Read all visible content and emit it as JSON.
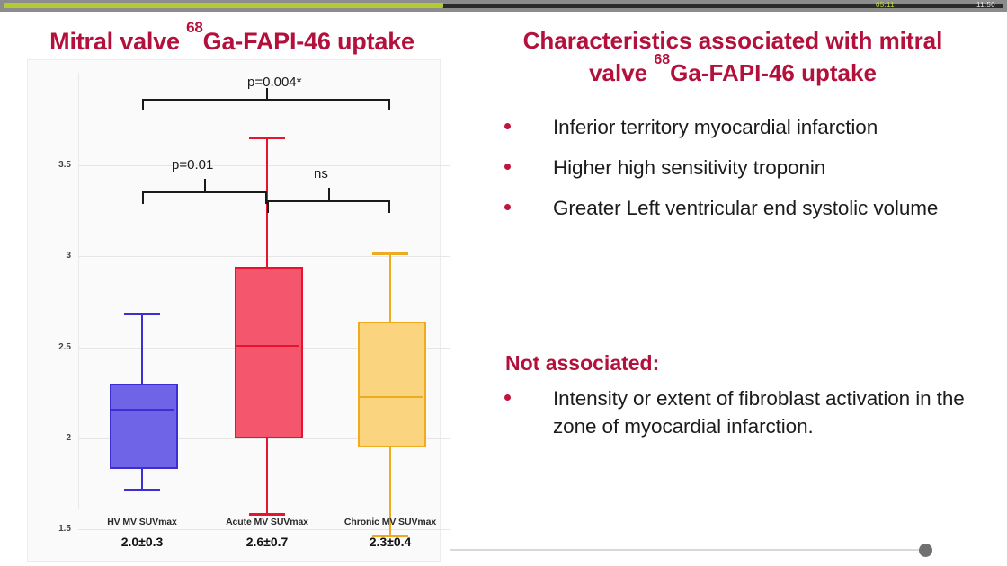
{
  "player": {
    "elapsed": "05:11",
    "total": "11:50",
    "progress_percent": 44,
    "accent_color": "#b5c935"
  },
  "slide": {
    "accent_color": "#b3113c",
    "left": {
      "title_prefix": "Mitral valve ",
      "title_sup": "68",
      "title_suffix": "Ga-FAPI-46 uptake"
    },
    "right": {
      "title_line1_prefix": "Characteristics associated with mitral",
      "title_line2_prefix": "valve ",
      "title_sup": "68",
      "title_line2_suffix": "Ga-FAPI-46 uptake",
      "bullets": [
        "Inferior territory myocardial infarction",
        "Higher high sensitivity troponin",
        "Greater Left ventricular end systolic volume"
      ],
      "not_associated_heading": "Not associated:",
      "not_associated_bullets": [
        "Intensity or extent of fibroblast activation in the zone of myocardial infarction."
      ]
    }
  },
  "chart_data": {
    "type": "box",
    "title": "Mitral valve 68Ga-FAPI-46 uptake",
    "xlabel": "",
    "ylabel": "",
    "ylim": [
      1.35,
      3.75
    ],
    "grid": true,
    "ytick_labels": [
      "3.5",
      "3",
      "2.5",
      "2",
      "1.5"
    ],
    "ytick_values": [
      3.5,
      3,
      2.5,
      2,
      1.5
    ],
    "categories": [
      {
        "name": "HV MV SUVmax",
        "summary": "2.0±0.3",
        "color": "#3b2fd4",
        "fill": "#6f63e8",
        "whisker_low": 1.72,
        "q1": 1.85,
        "median": 2.16,
        "q3": 2.3,
        "whisker_high": 2.69
      },
      {
        "name": "Acute MV SUVmax",
        "summary": "2.6±0.7",
        "color": "#e8142f",
        "fill": "#f4566e",
        "whisker_low": 1.59,
        "q1": 2.02,
        "median": 2.51,
        "q3": 2.94,
        "whisker_high": 3.66
      },
      {
        "name": "Chronic MV SUVmax",
        "summary": "2.3±0.4",
        "color": "#efab1f",
        "fill": "#fad47e",
        "whisker_low": 1.47,
        "q1": 1.97,
        "median": 2.23,
        "q3": 2.64,
        "whisker_high": 3.02
      }
    ],
    "annotations": [
      {
        "label": "p=0.004*",
        "from": "HV MV SUVmax",
        "to": "Chronic MV SUVmax"
      },
      {
        "label": "p=0.01",
        "from": "HV MV SUVmax",
        "to": "Acute MV SUVmax"
      },
      {
        "label": "ns",
        "from": "Acute MV SUVmax",
        "to": "Chronic MV SUVmax"
      }
    ]
  }
}
